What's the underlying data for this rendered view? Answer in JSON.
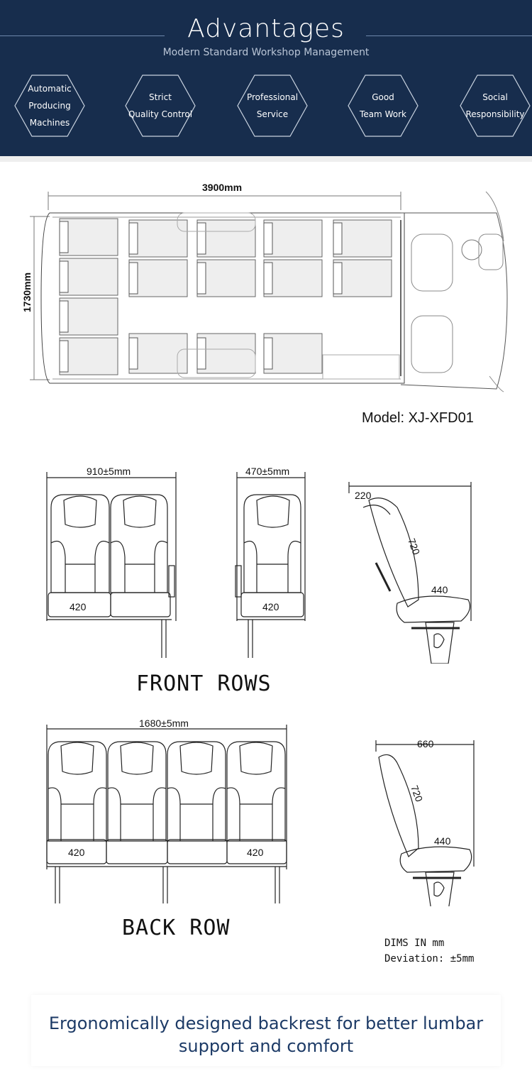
{
  "header": {
    "title": "Advantages",
    "subtitle": "Modern Standard Workshop  Management",
    "features": [
      {
        "lines": [
          "Automatic",
          "Producing",
          "Machines"
        ]
      },
      {
        "lines": [
          "Strict",
          "Quality Control"
        ]
      },
      {
        "lines": [
          "Professional",
          "Service"
        ]
      },
      {
        "lines": [
          "Good",
          "Team Work"
        ]
      },
      {
        "lines": [
          "Social",
          "Responsibility"
        ]
      }
    ]
  },
  "layout": {
    "length_label": "3900mm",
    "width_label": "1730mm",
    "model": "Model: XJ-XFD01"
  },
  "front_rows": {
    "heading": "FRONT ROWS",
    "double_width": "910±5mm",
    "single_width": "470±5mm",
    "cushion_depth": "420",
    "side_top": "220",
    "side_back": "720",
    "side_seat": "440"
  },
  "back_row": {
    "heading": "BACK ROW",
    "width": "1680±5mm",
    "cushion_depth": "420",
    "side_top": "660",
    "side_back": "720",
    "side_seat": "440"
  },
  "notes": {
    "line1": "DIMS IN mm",
    "line2": "Deviation: ±5mm"
  },
  "slogan": {
    "line1": "Ergonomically designed backrest for better lumbar",
    "line2": "support and comfort"
  },
  "colors": {
    "header_bg": "#172d4d",
    "slogan_text": "#1c3a66"
  }
}
